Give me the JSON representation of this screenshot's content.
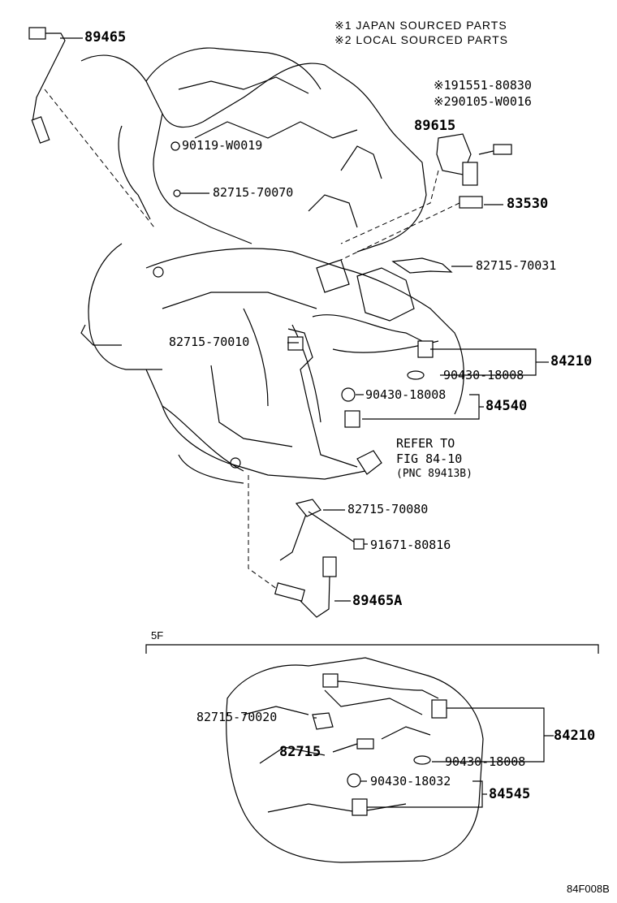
{
  "notes": {
    "note1": "※1 JAPAN SOURCED PARTS",
    "note2": "※2 LOCAL SOURCED PARTS"
  },
  "labels": {
    "p89465": "89465",
    "p91551": "※191551-80830",
    "p90105": "※290105-W0016",
    "p89615": "89615",
    "p90119": "90119-W0019",
    "p82715_70070": "82715-70070",
    "p83530": "83530",
    "p82715_70031": "82715-70031",
    "p82715_70010": "82715-70010",
    "p84210_top": "84210",
    "p90430_a": "90430-18008",
    "p90430_b": "90430-18008",
    "p84540": "84540",
    "refer1": "REFER TO",
    "refer2": "FIG 84-10",
    "refer3": "(PNC 89413B)",
    "p82715_70080": "82715-70080",
    "p91671": "91671-80816",
    "p89465A": "89465A",
    "section_5f": "5F",
    "p82715_70020": "82715-70020",
    "p82715": "82715",
    "p84210_bottom": "84210",
    "p90430_c": "90430-18008",
    "p90430_18032": "90430-18032",
    "p84545": "84545",
    "figure_code": "84F008B"
  }
}
